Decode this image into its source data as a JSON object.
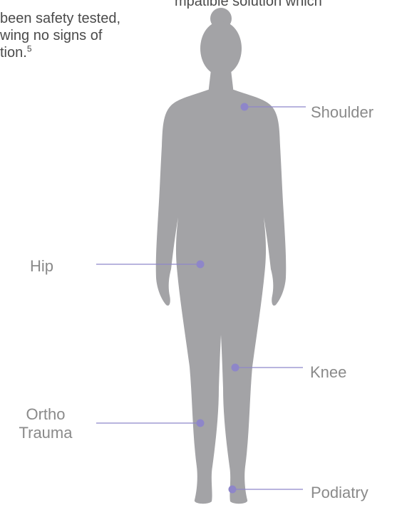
{
  "intro_text": {
    "lines": [
      "mpatible solution which",
      "been safety tested,",
      "wing no signs of",
      "tion."
    ],
    "footnote": "5"
  },
  "labels": {
    "shoulder": "Shoulder",
    "hip": "Hip",
    "knee": "Knee",
    "ortho_line1": "Ortho",
    "ortho_line2": "Trauma",
    "podiatry": "Podiatry"
  },
  "colors": {
    "silhouette": "#a3a3a6",
    "marker": "#8e86c9",
    "leader_line": "#8e86c9",
    "label_text": "#8a8a8a",
    "body_text": "#4a4a4a"
  }
}
